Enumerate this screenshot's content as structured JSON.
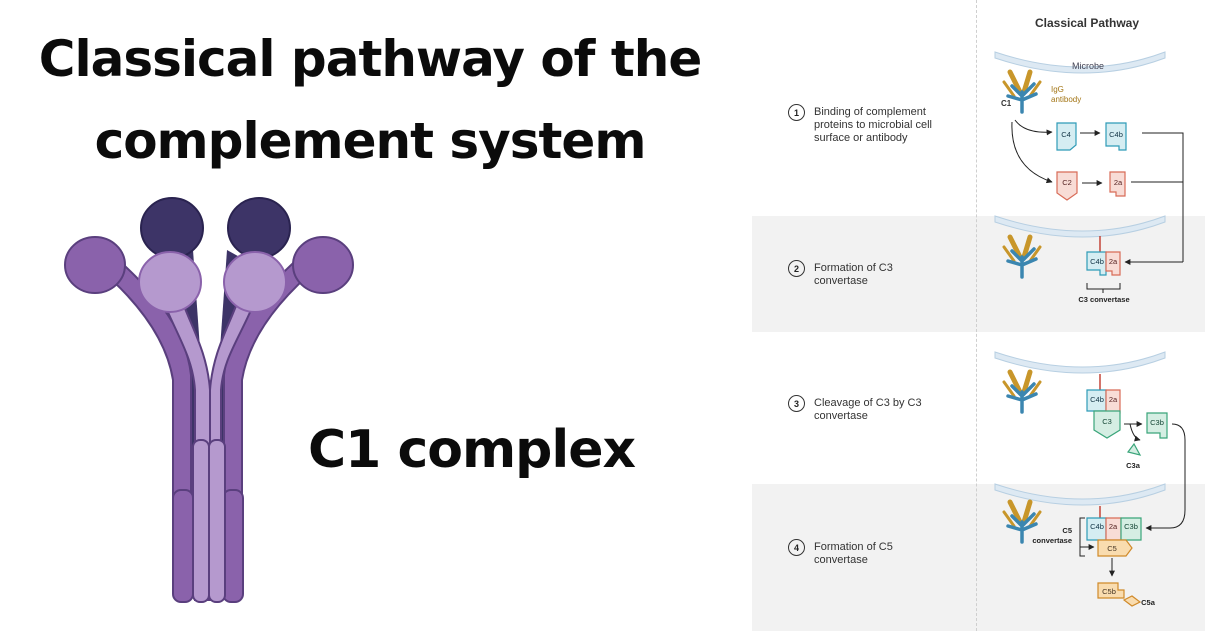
{
  "heading": {
    "line1": "Classical pathway of the",
    "line2": "complement system"
  },
  "c1_label": "C1 complex",
  "diagram": {
    "title": "Classical Pathway",
    "steps": [
      {
        "num": "1",
        "text": "Binding of complement proteins to microbial cell surface or antibody"
      },
      {
        "num": "2",
        "text": "Formation of C3 convertase"
      },
      {
        "num": "3",
        "text": "Cleavage of C3 by C3 convertase"
      },
      {
        "num": "4",
        "text": "Formation of C5 convertase"
      }
    ],
    "labels": {
      "microbe": "Microbe",
      "igg_line1": "IgG",
      "igg_line2": "antibody",
      "c1": "C1",
      "c4": "C4",
      "c4b": "C4b",
      "c2": "C2",
      "c2a": "2a",
      "c3_convertase": "C3 convertase",
      "c3": "C3",
      "c3b": "C3b",
      "c3a": "C3a",
      "c5_convertase_line1": "C5",
      "c5_convertase_line2": "convertase",
      "c5": "C5",
      "c5b": "C5b",
      "c5a": "C5a"
    },
    "colors": {
      "band": "#f2f2f2",
      "microbe": "#dde9f3",
      "igg": "#c8962a",
      "c1": "#3b86b0",
      "c4": "#d5edf2",
      "c2": "#f8dcd6",
      "c3": "#d5eee3",
      "c5": "#f9dcaf"
    }
  },
  "illustration": {
    "colors": {
      "dark_head": "#3d3467",
      "mid_arm": "#8a62ab",
      "light_arm": "#b599ce",
      "outline": "#5a3f7e"
    }
  }
}
